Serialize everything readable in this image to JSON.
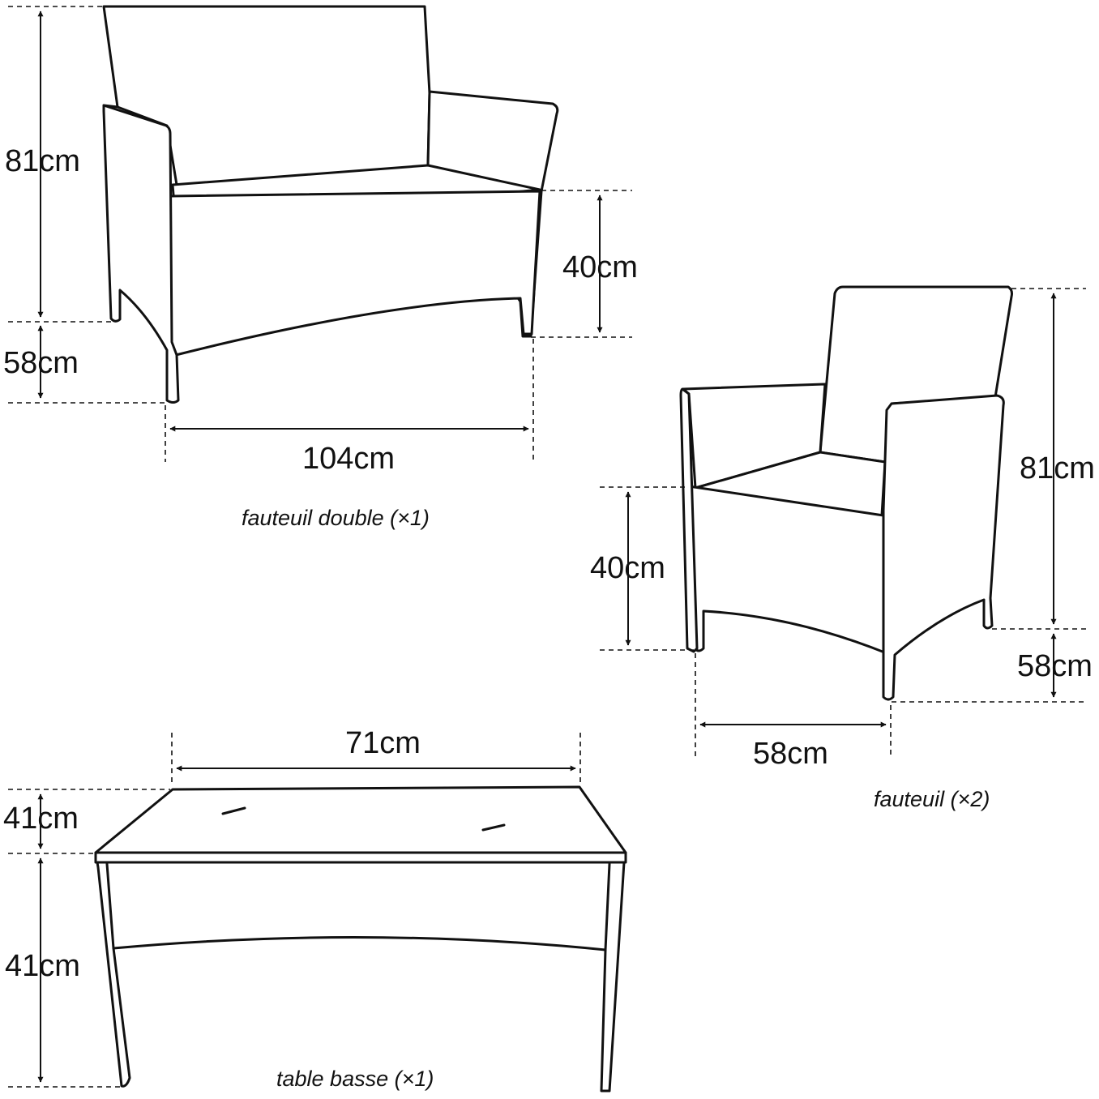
{
  "sofa": {
    "caption": "fauteuil double (×1)",
    "height_back": "81cm",
    "height_legs": "58cm",
    "seat_height": "40cm",
    "width": "104cm"
  },
  "armchair": {
    "caption": "fauteuil (×2)",
    "height_back": "81cm",
    "height_legs": "58cm",
    "seat_height": "40cm",
    "width": "58cm"
  },
  "table": {
    "caption": "table basse (×1)",
    "width": "71cm",
    "top_depth": "41cm",
    "height": "41cm"
  },
  "colors": {
    "line": "#111111",
    "background": "#ffffff"
  }
}
